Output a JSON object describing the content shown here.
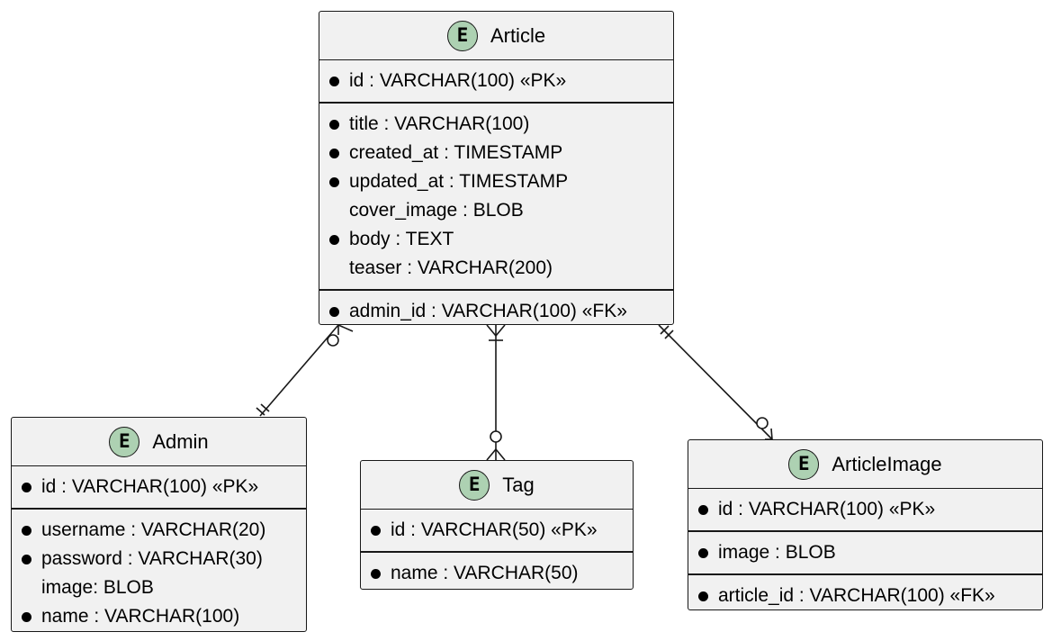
{
  "entities": [
    {
      "name": "Article",
      "badge": "E",
      "sections": [
        [
          {
            "text": "id : VARCHAR(100) «PK»",
            "mandatory": true
          }
        ],
        [
          {
            "text": "title : VARCHAR(100)",
            "mandatory": true
          },
          {
            "text": "created_at : TIMESTAMP",
            "mandatory": true
          },
          {
            "text": "updated_at : TIMESTAMP",
            "mandatory": true
          },
          {
            "text": "cover_image : BLOB",
            "mandatory": false
          },
          {
            "text": "body : TEXT",
            "mandatory": true
          },
          {
            "text": "teaser : VARCHAR(200)",
            "mandatory": false
          }
        ],
        [
          {
            "text": "admin_id : VARCHAR(100) «FK»",
            "mandatory": true
          }
        ]
      ]
    },
    {
      "name": "Admin",
      "badge": "E",
      "sections": [
        [
          {
            "text": "id : VARCHAR(100) «PK»",
            "mandatory": true
          }
        ],
        [
          {
            "text": "username : VARCHAR(20)",
            "mandatory": true
          },
          {
            "text": "password : VARCHAR(30)",
            "mandatory": true
          },
          {
            "text": "image: BLOB",
            "mandatory": false
          },
          {
            "text": "name : VARCHAR(100)",
            "mandatory": true
          }
        ]
      ]
    },
    {
      "name": "Tag",
      "badge": "E",
      "sections": [
        [
          {
            "text": "id : VARCHAR(50) «PK»",
            "mandatory": true
          }
        ],
        [
          {
            "text": "name : VARCHAR(50)",
            "mandatory": true
          }
        ]
      ]
    },
    {
      "name": "ArticleImage",
      "badge": "E",
      "sections": [
        [
          {
            "text": "id : VARCHAR(100) «PK»",
            "mandatory": true
          }
        ],
        [
          {
            "text": "image : BLOB",
            "mandatory": true
          }
        ],
        [
          {
            "text": "article_id : VARCHAR(100) «FK»",
            "mandatory": true
          }
        ]
      ]
    }
  ],
  "relationships": [
    {
      "from": "Article",
      "to": "Admin",
      "from_cardinality": "zero-or-many",
      "to_cardinality": "exactly-one"
    },
    {
      "from": "Article",
      "to": "Tag",
      "from_cardinality": "one-or-many",
      "to_cardinality": "zero-or-many"
    },
    {
      "from": "Article",
      "to": "ArticleImage",
      "from_cardinality": "exactly-one",
      "to_cardinality": "zero-or-many"
    }
  ],
  "colors": {
    "entity_background": "#f1f1f1",
    "badge_background": "#add1b2",
    "border": "#181818",
    "line": "#181818"
  }
}
